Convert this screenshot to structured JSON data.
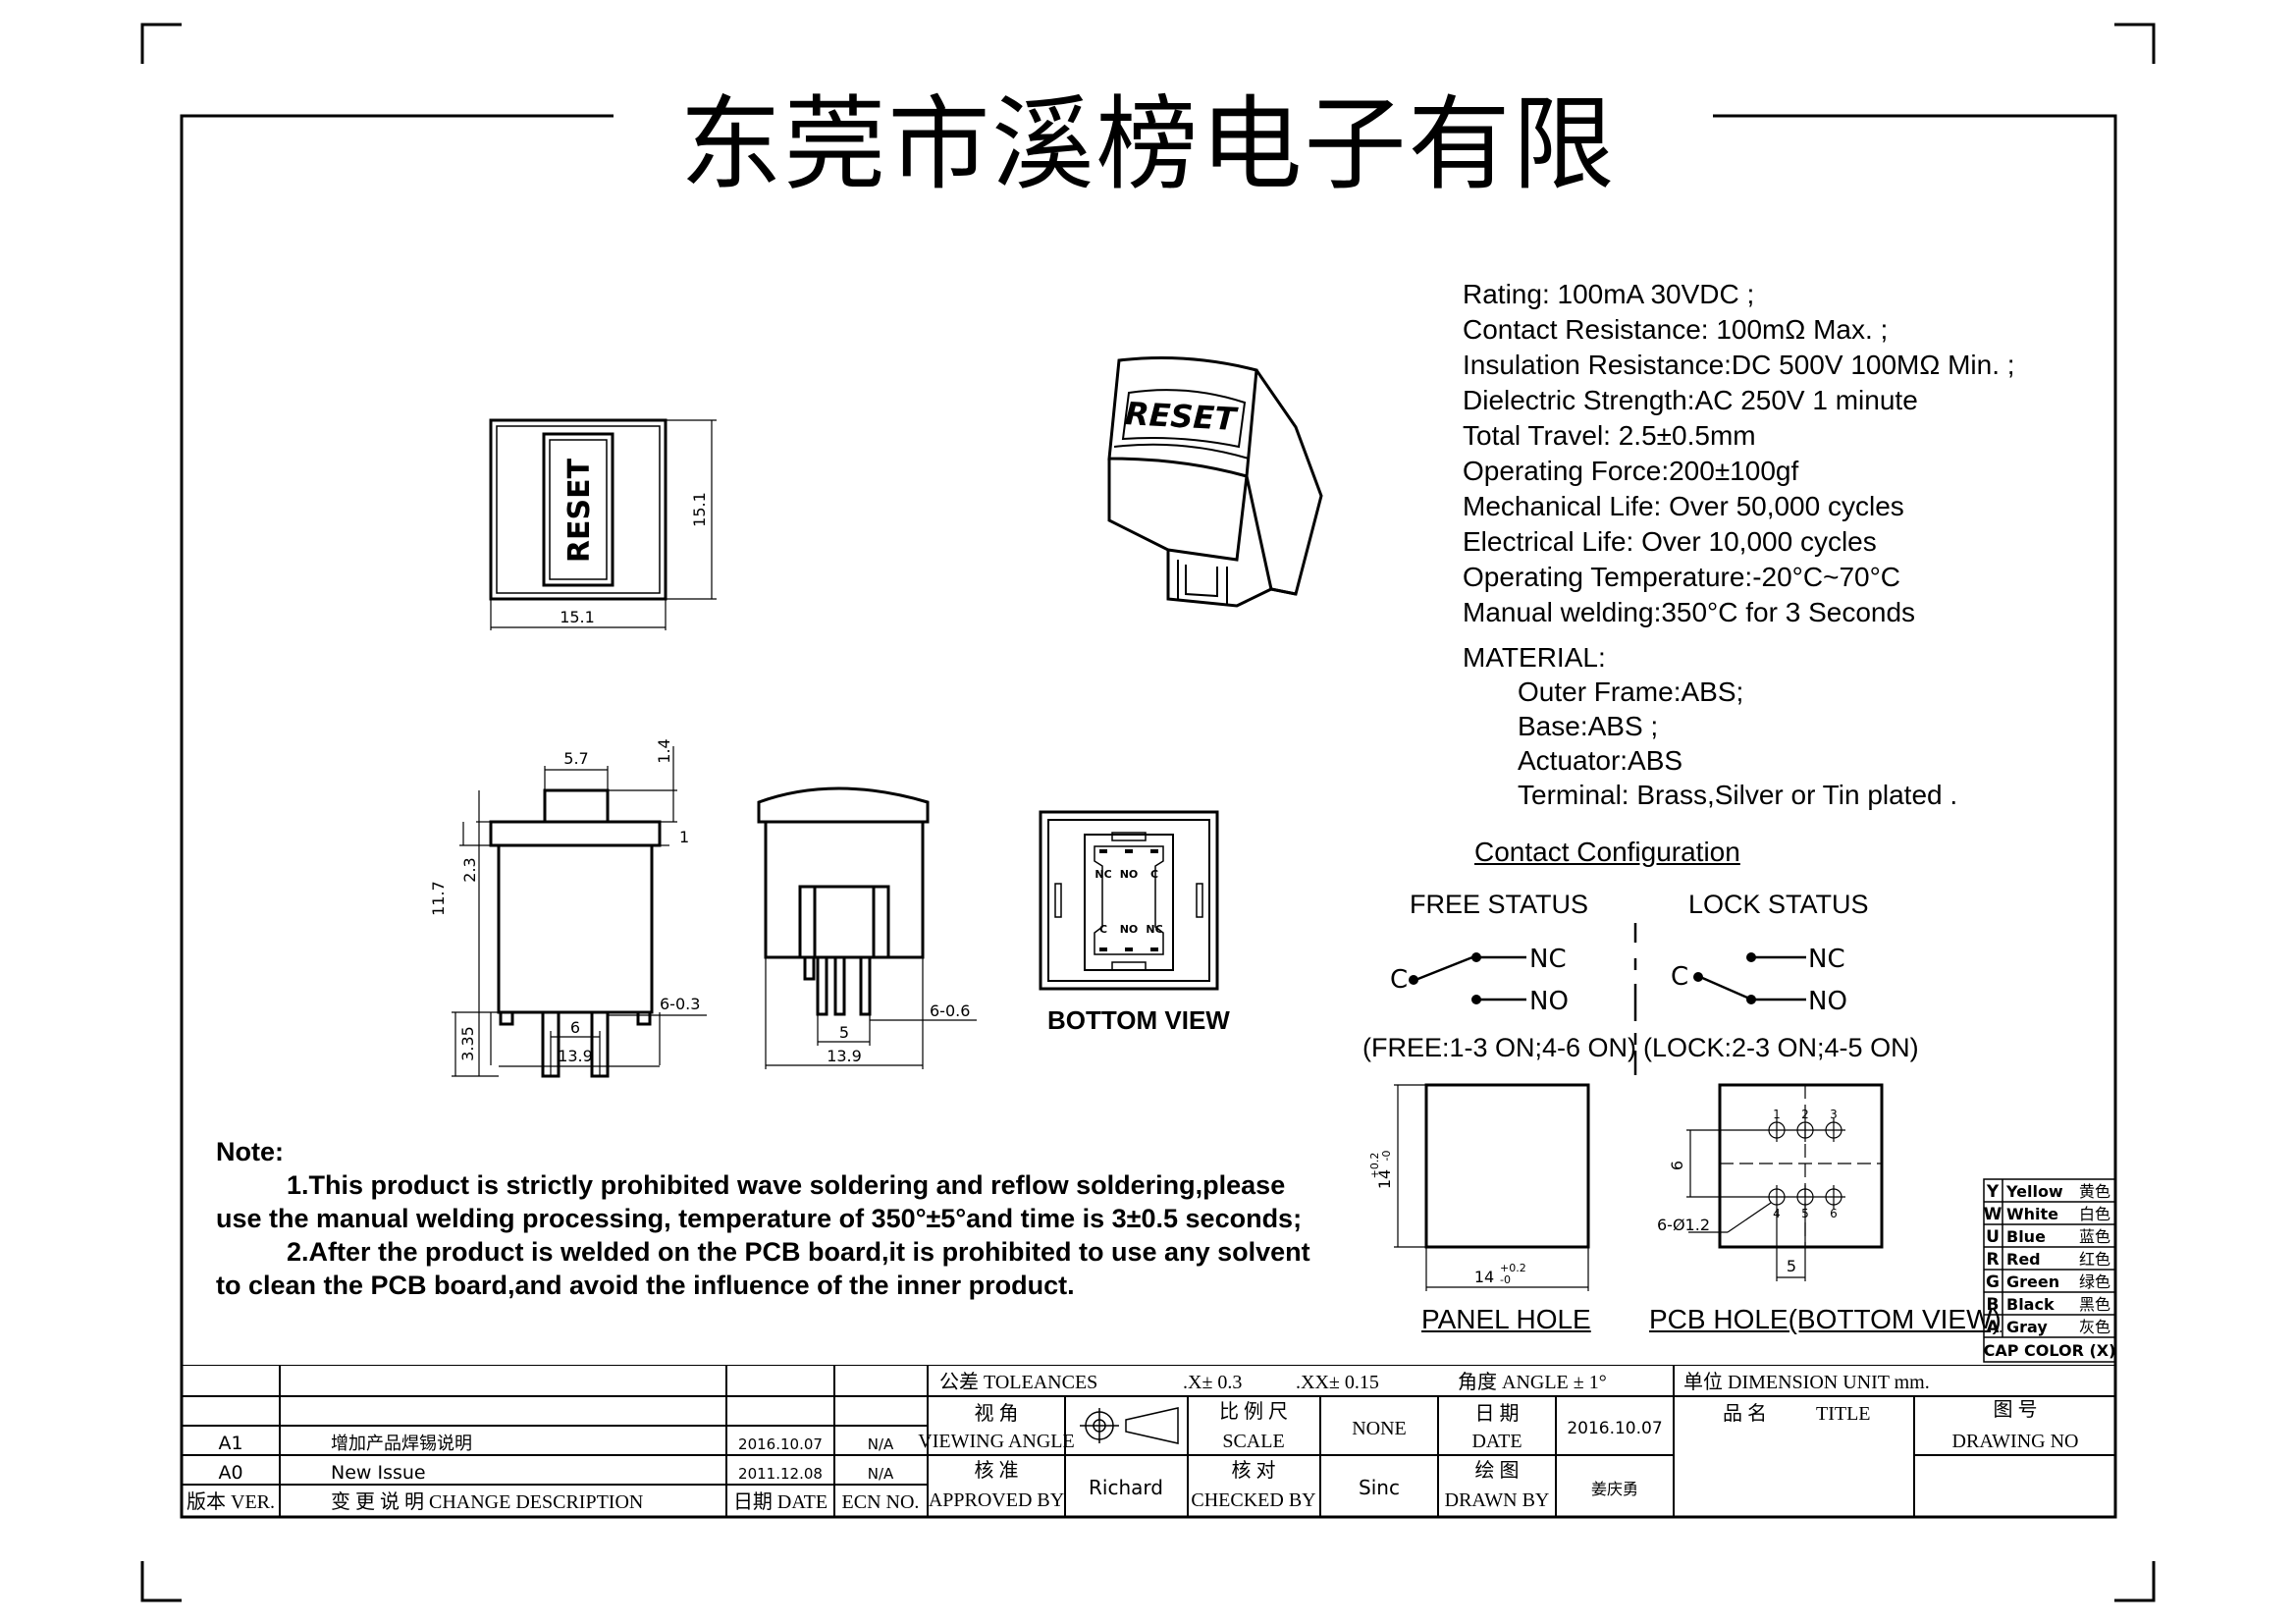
{
  "company": "东莞市溪榜电子有限",
  "product_label": "RESET",
  "specs": [
    "Rating: 100mA   30VDC ;",
    "Contact Resistance: 100mΩ Max. ;",
    "Insulation Resistance:DC 500V 100MΩ  Min. ;",
    "Dielectric Strength:AC 250V 1 minute",
    "Total Travel: 2.5±0.5mm",
    "Operating Force:200±100gf",
    "Mechanical Life: Over 50,000 cycles",
    "Electrical Life: Over 10,000 cycles",
    "Operating Temperature:-20°C~70°C",
    "Manual welding:350°C for 3 Seconds"
  ],
  "material": {
    "heading": "MATERIAL:",
    "items": [
      "Outer Frame:ABS;",
      "Base:ABS ;",
      "Actuator:ABS",
      "Terminal: Brass,Silver or Tin plated ."
    ]
  },
  "contact": {
    "heading": "Contact Configuration",
    "free": {
      "title": "FREE STATUS",
      "nc": "NC",
      "no": "NO",
      "c": "C",
      "note": "(FREE:1-3 ON;4-6 ON)"
    },
    "lock": {
      "title": "LOCK STATUS",
      "nc": "NC",
      "no": "NO",
      "c": "C",
      "note": "(LOCK:2-3 ON;4-5 ON)"
    }
  },
  "note": {
    "heading": "Note:",
    "line1": "1.This product is strictly prohibited wave soldering and reflow soldering,please",
    "line2": "use the manual welding processing, temperature of 350°±5°and time is 3±0.5 seconds;",
    "line3": "2.After the product is welded on the PCB board,it is prohibited to use any solvent",
    "line4": "to clean the PCB board,and avoid the influence of the inner product."
  },
  "views": {
    "bottom_view": "BOTTOM VIEW",
    "panel_hole": "PANEL HOLE",
    "pcb_hole": "PCB HOLE(BOTTOM VIEW)"
  },
  "dims": {
    "top_w": "15.1",
    "top_h": "15.1",
    "front_cap": "5.7",
    "front_cap_h": "1.4",
    "front_one": "1",
    "front_h": "11.7",
    "front_23": "2.3",
    "front_335": "3.35",
    "front_pin": "6",
    "front_pin_t": "6-0.3",
    "front_w": "13.9",
    "side_pin": "5",
    "side_pin_t": "6-0.6",
    "side_w": "13.9",
    "panel_h": "14",
    "panel_w": "14",
    "tol_up": "+0.2",
    "tol_dn": "-0",
    "pcb_6": "6",
    "pcb_hole": "6-Ø1.2",
    "pcb_5": "5",
    "pins_top": [
      "1",
      "2",
      "3"
    ],
    "pins_bot": [
      "4",
      "5",
      "6"
    ],
    "bv_top": [
      "NC",
      "NO",
      "C"
    ],
    "bv_bot": [
      "C",
      "NO",
      "NC"
    ]
  },
  "cap_colors": {
    "rows": [
      {
        "code": "Y",
        "en": "Yellow",
        "cn": "黄色"
      },
      {
        "code": "W",
        "en": "White",
        "cn": "白色"
      },
      {
        "code": "U",
        "en": "Blue",
        "cn": "蓝色"
      },
      {
        "code": "R",
        "en": "Red",
        "cn": "红色"
      },
      {
        "code": "G",
        "en": "Green",
        "cn": "绿色"
      },
      {
        "code": "B",
        "en": "Black",
        "cn": "黑色"
      },
      {
        "code": "A",
        "en": "Gray",
        "cn": "灰色"
      }
    ],
    "footer": "CAP COLOR (X)"
  },
  "titleblock": {
    "tolerances": "公差 TOLEANCES",
    "tol_x": ".X± 0.3",
    "tol_xx": ".XX± 0.15",
    "angle": "角度 ANGLE ± 1°",
    "unit": "单位    DIMENSION UNIT    mm.",
    "viewing_cn": "视 角",
    "viewing_en": "VIEWING ANGLE",
    "scale_cn": "比 例 尺",
    "scale_en": "SCALE",
    "scale_val": "NONE",
    "date_cn": "日 期",
    "date_en": "DATE",
    "date_val": "2016.10.07",
    "title_cn": "品 名",
    "title_en": "TITLE",
    "drawing_cn": "图 号",
    "drawing_en": "DRAWING NO",
    "approved_cn": "核 准",
    "approved_en": "APPROVED BY",
    "approved_val": "Richard",
    "checked_cn": "核 对",
    "checked_en": "CHECKED BY",
    "checked_val": "Sinc",
    "drawn_cn": "绘 图",
    "drawn_en": "DRAWN BY",
    "drawn_val": "姜庆勇",
    "rev_a1": "A1",
    "desc_a1": "增加产品焊锡说明",
    "date_a1": "2016.10.07",
    "ecn_a1": "N/A",
    "rev_a0": "A0",
    "desc_a0": "New Issue",
    "date_a0": "2011.12.08",
    "ecn_a0": "N/A",
    "hdr_ver": "版本 VER.",
    "hdr_desc": "变 更 说 明   CHANGE DESCRIPTION",
    "hdr_date": "日期 DATE",
    "hdr_ecn": "ECN NO."
  }
}
